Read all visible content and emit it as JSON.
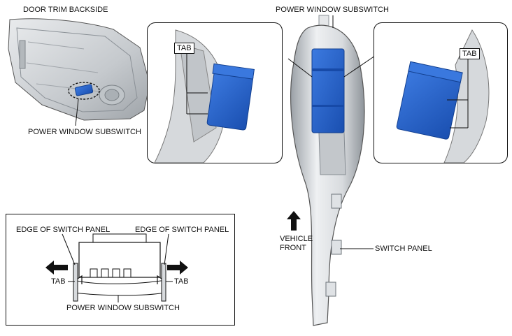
{
  "labels": {
    "door_trim_backside": "DOOR TRIM BACKSIDE",
    "power_window_subswitch_top": "POWER WINDOW SUBSWITCH",
    "power_window_subswitch_left": "POWER WINDOW SUBSWITCH",
    "tab_left_inset": "TAB",
    "tab_right_inset": "TAB",
    "edge_of_switch_panel_left": "EDGE OF SWITCH PANEL",
    "edge_of_switch_panel_right": "EDGE OF SWITCH PANEL",
    "tab_detail_left": "TAB",
    "tab_detail_right": "TAB",
    "power_window_subswitch_detail": "POWER WINDOW SUBSWITCH",
    "vehicle_front": "VEHICLE\nFRONT",
    "switch_panel": "SWITCH PANEL"
  },
  "colors": {
    "switch_blue": "#1f5fc8",
    "switch_blue_dark": "#123f8f",
    "panel_gray": "#cfd2d6",
    "panel_shade": "#9aa0a6",
    "line": "#111111"
  },
  "icons": {
    "front_arrow": "arrow-up-icon",
    "pull_left": "arrow-left-icon",
    "pull_right": "arrow-right-icon"
  }
}
